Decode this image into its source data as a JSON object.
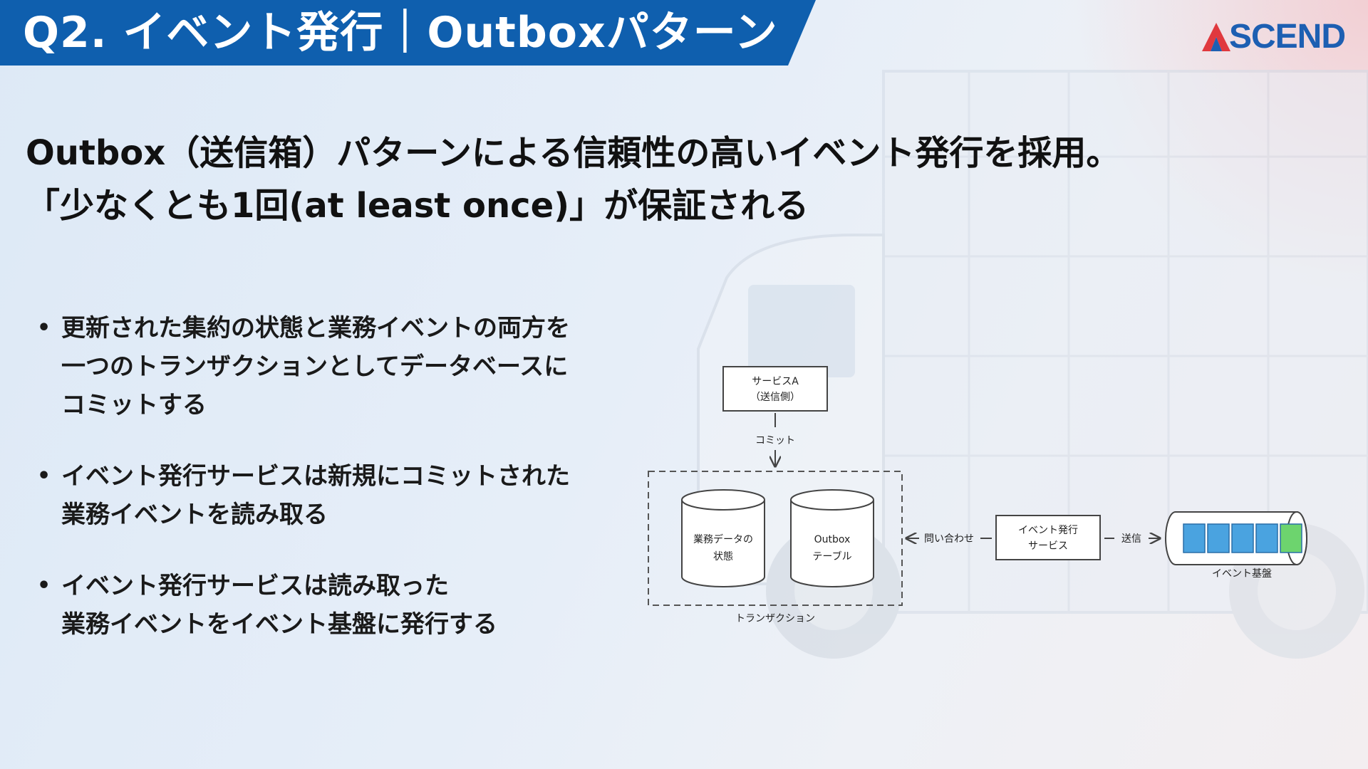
{
  "header": {
    "title": "Q2. イベント発行｜Outboxパターン",
    "logo_text": "SCEND",
    "logo_alt": "ASCEND",
    "bar_color": "#0f5fae",
    "logo_color": "#1d5fb2",
    "logo_accent": "#e0393e"
  },
  "headline": {
    "line1": "Outbox（送信箱）パターンによる信頼性の高いイベント発行を採用。",
    "line2": "「少なくとも1回(at least once)」が保証される"
  },
  "bullets": [
    {
      "lines": [
        "更新された集約の状態と業務イベントの両方を",
        "一つのトランザクションとしてデータベースに",
        "コミットする"
      ]
    },
    {
      "lines": [
        "イベント発行サービスは新規にコミットされた",
        "業務イベントを読み取る"
      ]
    },
    {
      "lines": [
        "イベント発行サービスは読み取った",
        "業務イベントをイベント基盤に発行する"
      ]
    }
  ],
  "diagram": {
    "service_a": {
      "line1": "サービスA",
      "line2": "（送信側）"
    },
    "commit_label": "コミット",
    "db_business": {
      "line1": "業務データの",
      "line2": "状態"
    },
    "db_outbox": {
      "line1": "Outbox",
      "line2": "テーブル"
    },
    "transaction_label": "トランザクション",
    "query_label": "問い合わせ",
    "publisher": {
      "line1": "イベント発行",
      "line2": "サービス"
    },
    "send_label": "送信",
    "event_platform_label": "イベント基盤",
    "queue_colors": [
      "#4aa3e0",
      "#4aa3e0",
      "#4aa3e0",
      "#4aa3e0",
      "#6dd46e"
    ]
  }
}
